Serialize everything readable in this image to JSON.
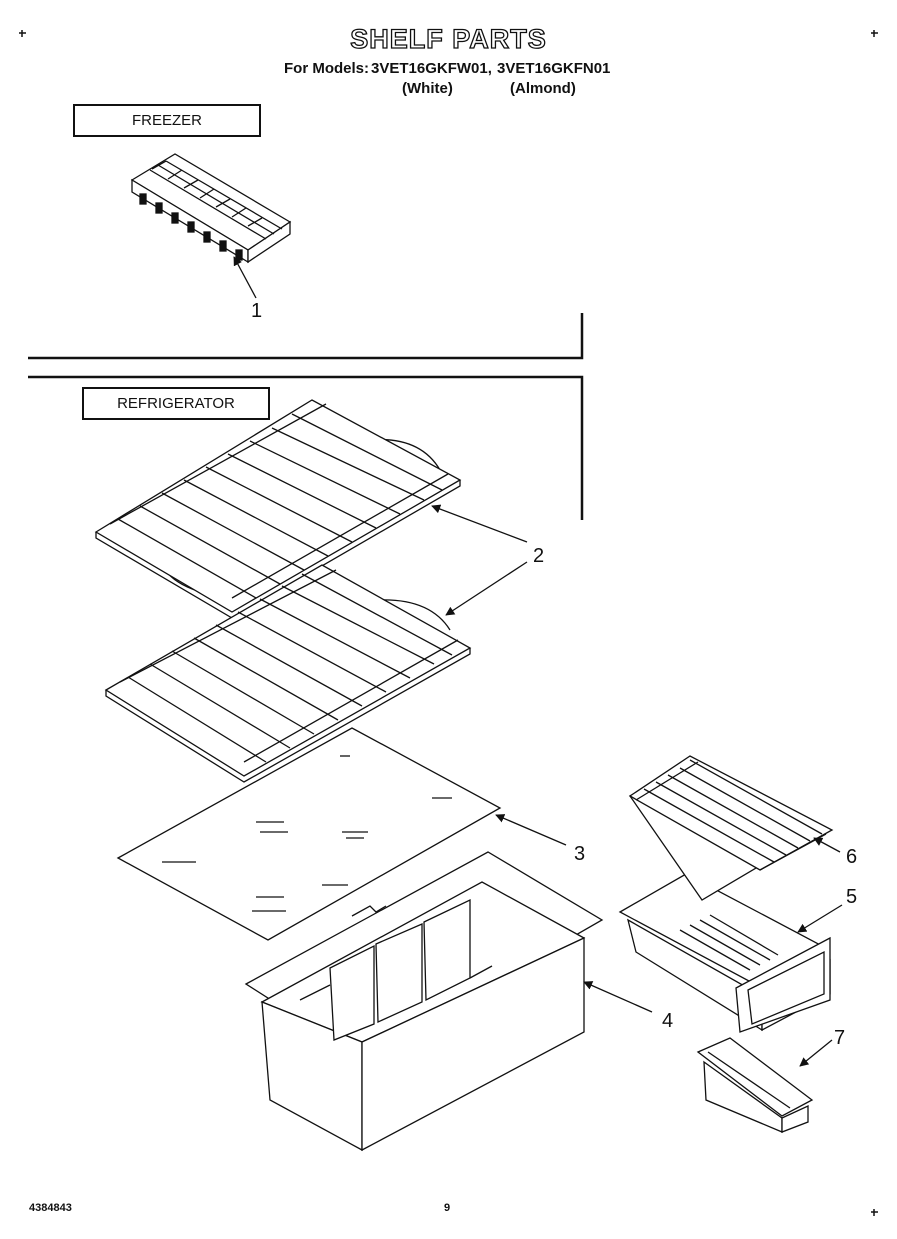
{
  "header": {
    "title": "SHELF PARTS",
    "models_label": "For Models:",
    "model_1": "3VET16GKFW01,",
    "model_2": "3VET16GKFN01",
    "variant_1": "(White)",
    "variant_2": "(Almond)"
  },
  "sections": {
    "freezer": "FREEZER",
    "refrigerator": "REFRIGERATOR"
  },
  "callouts": [
    "1",
    "2",
    "3",
    "4",
    "5",
    "6",
    "7"
  ],
  "footer": {
    "doc_number": "4384843",
    "page": "9"
  }
}
